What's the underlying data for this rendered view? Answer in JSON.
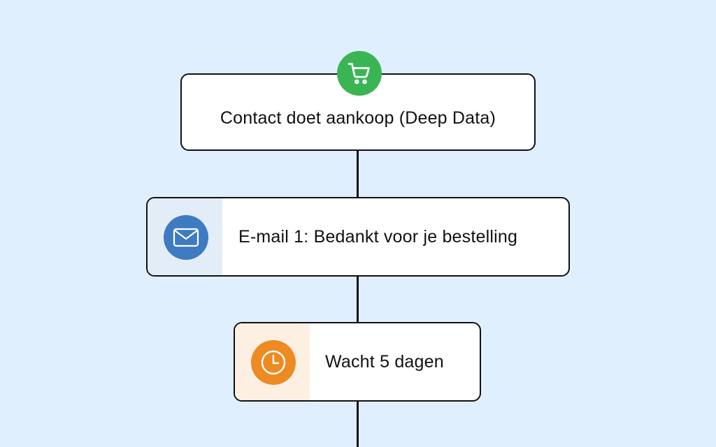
{
  "background_color": "#E0EFFD",
  "nodes": [
    {
      "id": "trigger",
      "label": "Contact doet aankoop (Deep Data)",
      "icon": "shopping-cart-icon",
      "icon_color": "#3BB554"
    },
    {
      "id": "email-1",
      "label": "E-mail 1: Bedankt voor je bestelling",
      "icon": "envelope-icon",
      "icon_color": "#3E7BC1",
      "panel_color": "#E2EDF8"
    },
    {
      "id": "wait",
      "label": "Wacht 5 dagen",
      "icon": "clock-icon",
      "icon_color": "#EE8A22",
      "panel_color": "#FDF0E2"
    }
  ]
}
